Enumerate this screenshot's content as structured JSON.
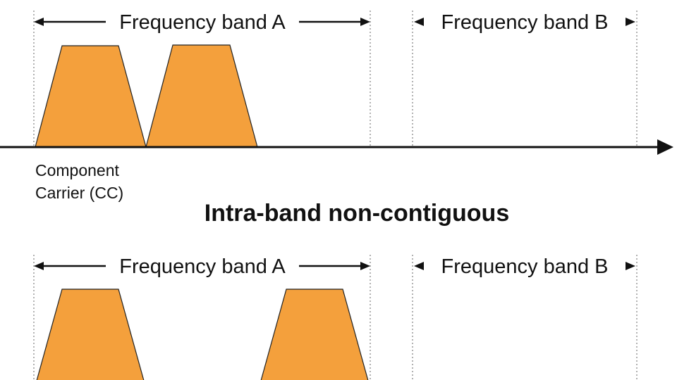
{
  "colors": {
    "carrier_fill": "#f4a03c",
    "text": "#111111"
  },
  "top_diagram": {
    "band_a_label": "Frequency band A",
    "band_b_label": "Frequency band B",
    "carrier_label_line1": "Component",
    "carrier_label_line2": "Carrier (CC)"
  },
  "section_heading": "Intra-band non-contiguous",
  "bottom_diagram": {
    "band_a_label": "Frequency band A",
    "band_b_label": "Frequency band B"
  }
}
